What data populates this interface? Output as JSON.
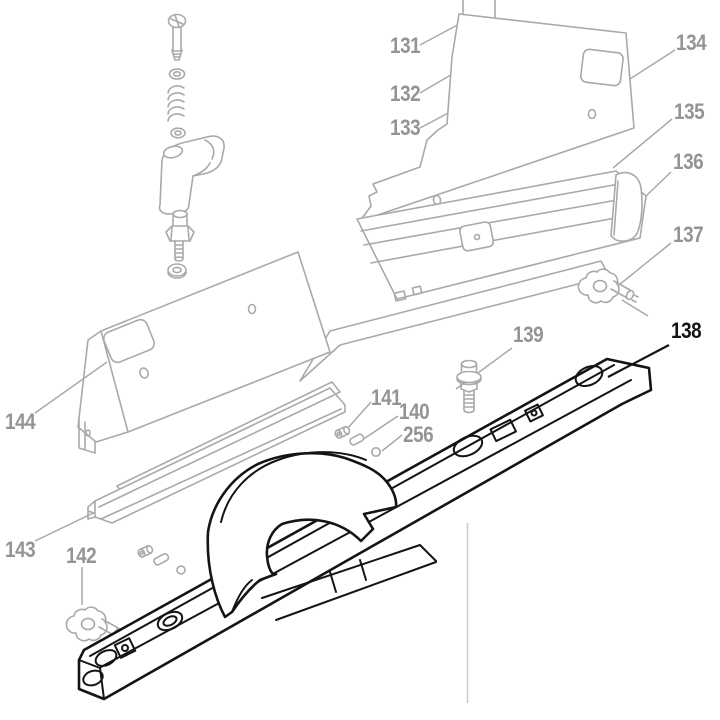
{
  "diagram": {
    "kind": "exploded-parts-diagram",
    "background": "#ffffff"
  },
  "colors": {
    "part_line_gray": "#a9a9a9",
    "label_gray": "#949494",
    "highlight_black": "#141414",
    "divider_gray": "#c9c9c9"
  },
  "labels": {
    "l131": {
      "text": "131"
    },
    "l132": {
      "text": "132"
    },
    "l133": {
      "text": "133"
    },
    "l134": {
      "text": "134"
    },
    "l135": {
      "text": "135"
    },
    "l136": {
      "text": "136"
    },
    "l137": {
      "text": "137"
    },
    "l138": {
      "text": "138"
    },
    "l139": {
      "text": "139"
    },
    "l140": {
      "text": "140"
    },
    "l141": {
      "text": "141"
    },
    "l256": {
      "text": "256"
    },
    "l142": {
      "text": "142"
    },
    "l143": {
      "text": "143"
    },
    "l144": {
      "text": "144"
    }
  }
}
